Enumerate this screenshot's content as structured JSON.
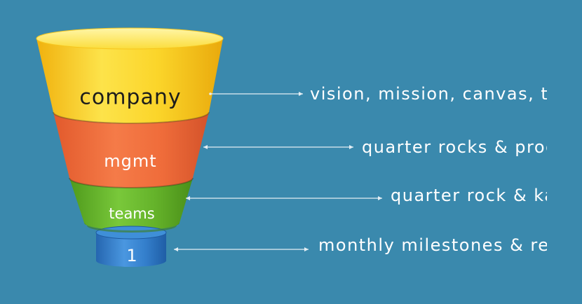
{
  "funnel": {
    "tiers": [
      {
        "label": "company",
        "description": "vision, mission, canvas, targ",
        "color": "#f5c316"
      },
      {
        "label": "mgmt",
        "description": "quarter rocks & progr",
        "color": "#ee6a3a"
      },
      {
        "label": "teams",
        "description": "quarter rock & kar",
        "color": "#69b62d"
      },
      {
        "label": "1",
        "description": "monthly milestones & rewa",
        "color": "#2f7bc9"
      }
    ]
  },
  "colors": {
    "background": "#3a89ad",
    "connector": "#e3eef4"
  }
}
